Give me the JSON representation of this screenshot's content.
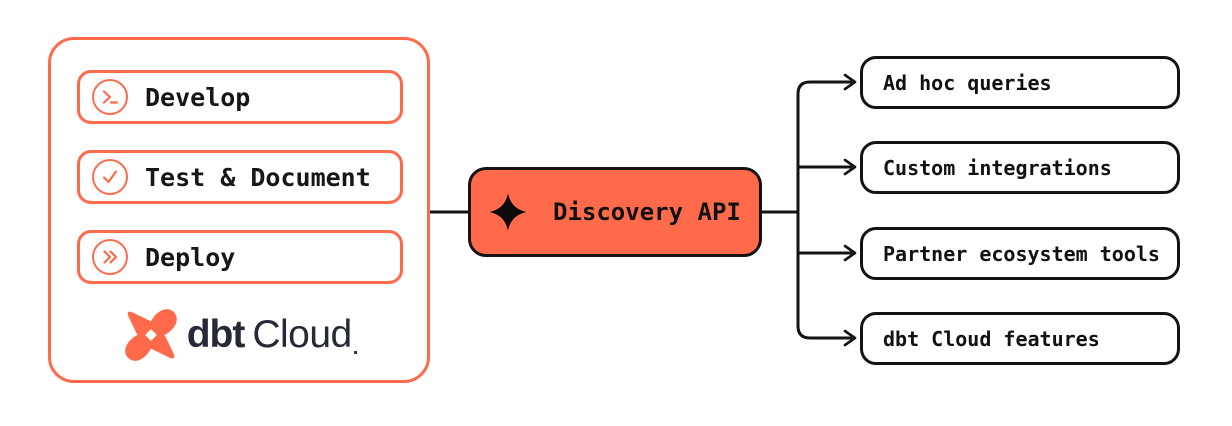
{
  "colors": {
    "coral": "#FF6B4A",
    "navy": "#262A38",
    "line_black": "#131313",
    "background": "#FFFFFF"
  },
  "panel": {
    "name": "dbt Cloud workflow panel",
    "steps": [
      {
        "label": "Develop",
        "icon": "terminal-prompt-icon"
      },
      {
        "label": "Test & Document",
        "icon": "check-circle-icon"
      },
      {
        "label": "Deploy",
        "icon": "double-chevron-icon"
      }
    ],
    "logo": {
      "icon": "dbt-logo-mark",
      "bold": "dbt",
      "regular": "Cloud",
      "trademark": "."
    }
  },
  "api_node": {
    "label": "Discovery API",
    "icon": "sparkle-icon"
  },
  "consumers": [
    {
      "label": "Ad hoc queries"
    },
    {
      "label": "Custom integrations"
    },
    {
      "label": "Partner ecosystem tools"
    },
    {
      "label": "dbt Cloud features"
    }
  ]
}
